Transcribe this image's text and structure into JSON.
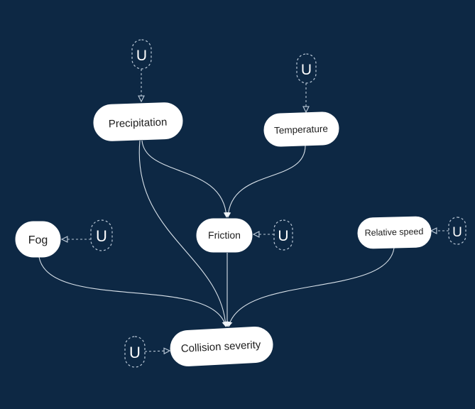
{
  "nodes": {
    "precipitation": "Precipitation",
    "temperature": "Temperature",
    "fog": "Fog",
    "friction": "Friction",
    "relative_speed": "Relative speed",
    "collision_severity": "Collision severity"
  },
  "unobserved_label": "U",
  "colors": {
    "background": "#0d2844",
    "node_fill": "#ffffff",
    "node_text": "#1c1c1c",
    "edge": "#d9e2ea"
  }
}
